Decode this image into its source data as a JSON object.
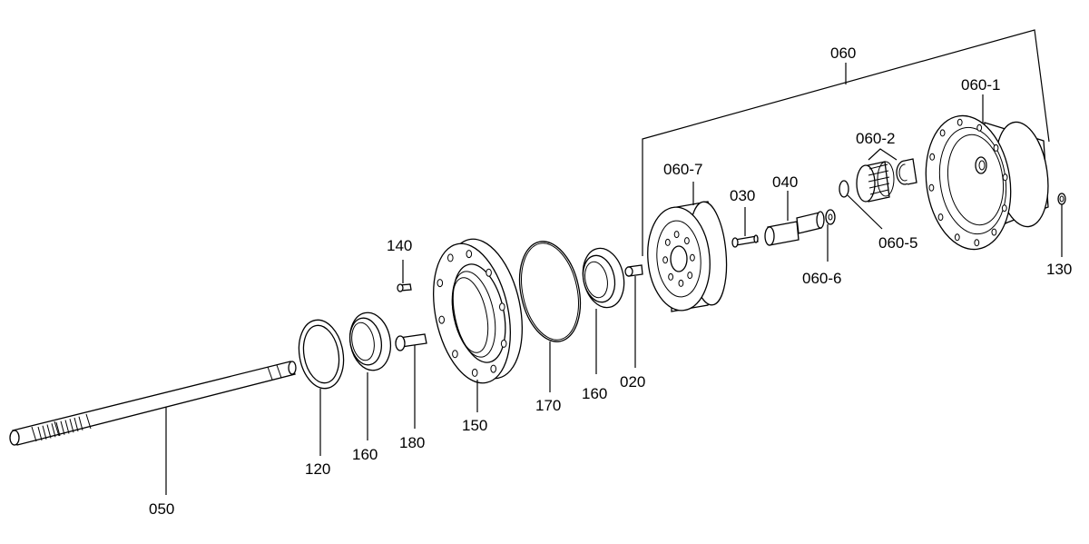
{
  "labels": {
    "p050": "050",
    "p120": "120",
    "p160a": "160",
    "p180": "180",
    "p140": "140",
    "p150": "150",
    "p170": "170",
    "p160b": "160",
    "p020": "020",
    "p060_7": "060-7",
    "p030": "030",
    "p040": "040",
    "p060_6": "060-6",
    "p060_2": "060-2",
    "p060_5": "060-5",
    "p060": "060",
    "p060_1": "060-1",
    "p130": "130"
  },
  "colors": {
    "line": "#000000",
    "background": "#ffffff"
  }
}
